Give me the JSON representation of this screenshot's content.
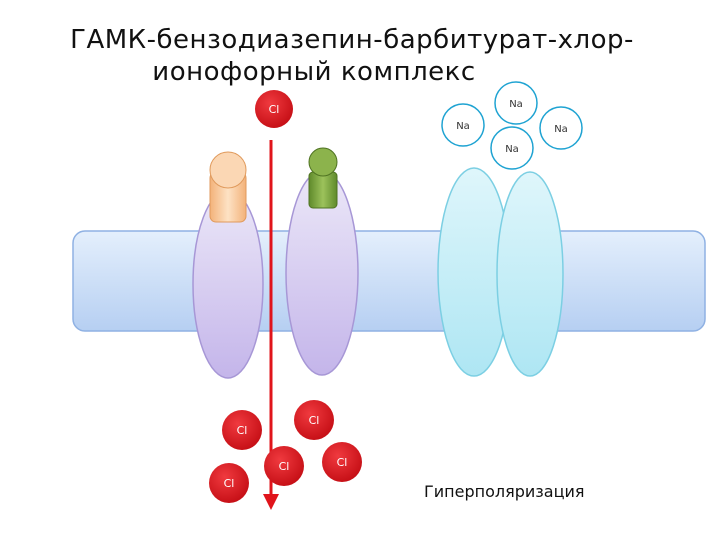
{
  "title": {
    "line1": "ГАМК-бензодиазепин-барбитурат-хлор-",
    "line2": "ионофорный комплекс"
  },
  "ions": {
    "cl_label": "Cl",
    "na_label": "Na"
  },
  "caption": "Гиперполяризация",
  "colors": {
    "membrane": "#c7dcf7",
    "membrane_stroke": "#8fb1e3",
    "channel": "#d9d1f0",
    "channel_stroke": "#a797d6",
    "na_channel": "#c5edf6",
    "na_channel_stroke": "#7ccfe3",
    "cl_ion": "#d9141b",
    "arrow": "#e0141b",
    "benzo_receptor": "#f7c79a",
    "barbiturate_receptor": "#7ba23f"
  }
}
